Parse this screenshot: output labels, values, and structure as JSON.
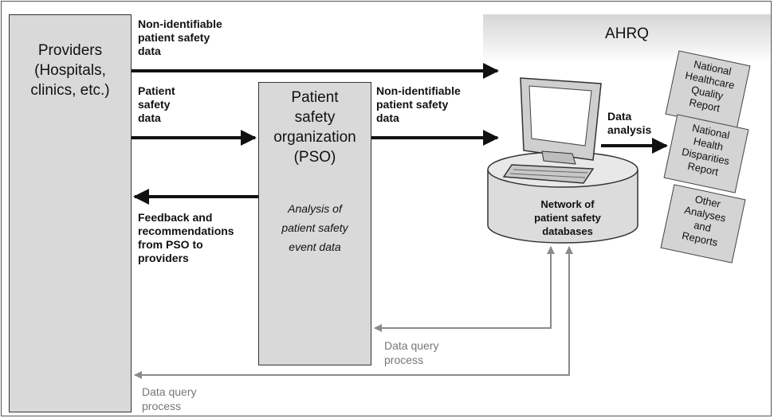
{
  "providers": {
    "label": "Providers\n(Hospitals,\nclinics, etc.)"
  },
  "pso": {
    "title": "Patient\nsafety\norganization\n(PSO)",
    "analysis": "Analysis of\npatient safety\nevent data"
  },
  "ahrq": {
    "title": "AHRQ"
  },
  "database": {
    "label": "Network of\npatient safety\ndatabases"
  },
  "flows": {
    "providers_to_ahrq": "Non-identifiable\npatient safety\ndata",
    "providers_to_pso": "Patient\nsafety\ndata",
    "pso_to_ahrq": "Non-identifiable\npatient safety\ndata",
    "feedback": "Feedback and\nrecommendations\nfrom PSO to\nproviders",
    "data_analysis": "Data\nanalysis",
    "query_pso": "Data query\nprocess",
    "query_providers": "Data query\nprocess"
  },
  "reports": [
    {
      "label": "National\nHealthcare\nQuality\nReport"
    },
    {
      "label": "National\nHealth\nDisparities\nReport"
    },
    {
      "label": "Other\nAnalyses\nand\nReports"
    }
  ],
  "colors": {
    "box_fill": "#d9d9d9",
    "arrow": "#111111",
    "query_arrow": "#8a8a8a"
  }
}
